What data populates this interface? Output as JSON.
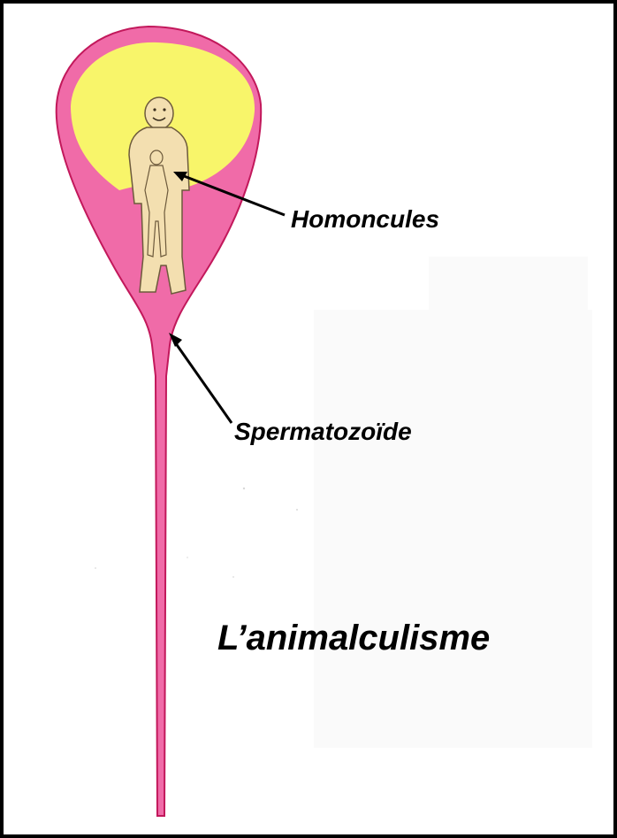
{
  "labels": {
    "homoncules": "Homoncules",
    "spermatozoide": "Spermatozoïde",
    "title": "L’animalculisme"
  },
  "colors": {
    "border": "#000000",
    "sperm_body": "#f06ba8",
    "sperm_outline": "#c2185b",
    "head_inner": "#f8f56a",
    "homunculus": "#f3dfb0",
    "homunculus_outline": "#6d5a3c",
    "pointer": "#000000",
    "shade": "#fafafa"
  }
}
